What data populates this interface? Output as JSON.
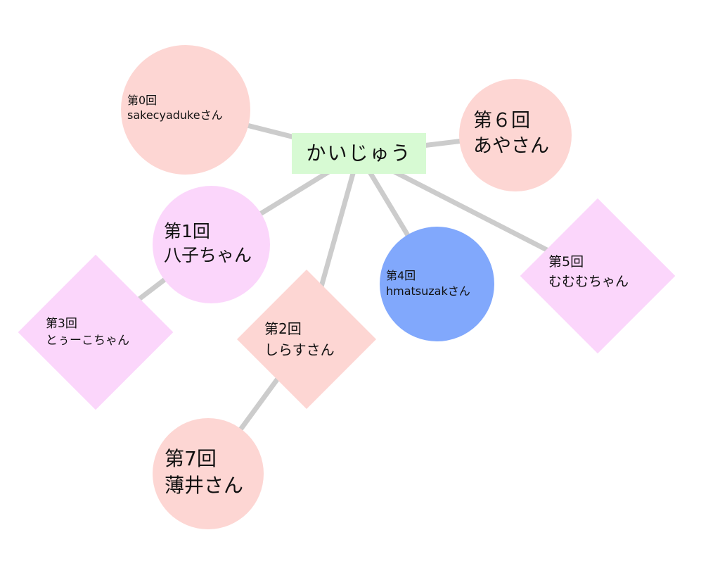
{
  "diagram": {
    "root": {
      "label": "かいじゅう",
      "color": "#d7fad3"
    },
    "nodes": [
      {
        "id": "n0",
        "round": "第0回",
        "name": "sakecyadukeさん",
        "shape": "circle",
        "color": "#fdd6d3"
      },
      {
        "id": "n1",
        "round": "第1回",
        "name": "八子ちゃん",
        "shape": "circle",
        "color": "#fbd6fb"
      },
      {
        "id": "n2",
        "round": "第2回",
        "name": "しらすさん",
        "shape": "diamond",
        "color": "#fdd6d3"
      },
      {
        "id": "n3",
        "round": "第3回",
        "name": "とぅーこちゃん",
        "shape": "diamond",
        "color": "#fbd6fb"
      },
      {
        "id": "n4",
        "round": "第4回",
        "name": "hmatsuzakさん",
        "shape": "circle",
        "color": "#81a8fc"
      },
      {
        "id": "n5",
        "round": "第5回",
        "name": "むむむちゃん",
        "shape": "diamond",
        "color": "#fbd6fb"
      },
      {
        "id": "n6",
        "round": "第６回",
        "name": "あやさん",
        "shape": "circle",
        "color": "#fdd6d3"
      },
      {
        "id": "n7",
        "round": "第7回",
        "name": "薄井さん",
        "shape": "circle",
        "color": "#fdd6d3"
      }
    ],
    "edges": [
      [
        "root",
        "n0"
      ],
      [
        "root",
        "n6"
      ],
      [
        "root",
        "n1"
      ],
      [
        "root",
        "n2"
      ],
      [
        "root",
        "n4"
      ],
      [
        "root",
        "n5"
      ],
      [
        "n1",
        "n3"
      ],
      [
        "n2",
        "n7"
      ]
    ],
    "edge_color": "#cccccc"
  }
}
